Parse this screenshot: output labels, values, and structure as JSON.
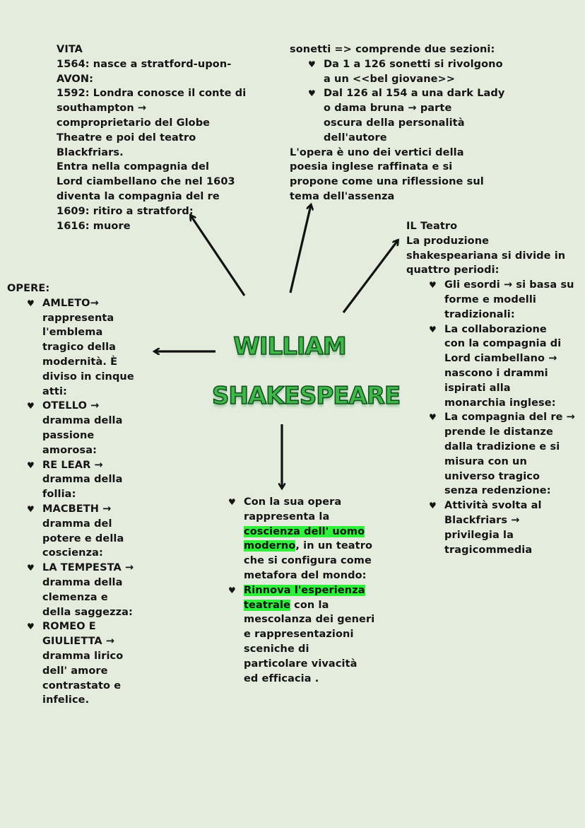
{
  "title": {
    "line1": "WILLIAM",
    "line2": "SHAKESPEARE"
  },
  "vita": {
    "lines": [
      "VITA",
      "1564: nasce a stratford-upon-",
      "AVON:",
      "1592: Londra conosce il conte di",
      "southampton →",
      "comproprietario del Globe",
      "Theatre e poi del teatro",
      "Blackfriars.",
      "Entra nella compagnia del",
      "Lord ciambellano che nel 1603",
      "diventa la compagnia del re",
      "1609: ritiro a stratford;",
      "1616: muore"
    ]
  },
  "sonetti": {
    "intro": "sonetti => comprende due sezioni:",
    "items": [
      [
        "Da 1 a 126 sonetti si rivolgono",
        "a un <<bel giovane>>"
      ],
      [
        "Dal 126 al 154 a una dark Lady",
        "o dama bruna → parte",
        "oscura della personalità",
        "dell'autore"
      ]
    ],
    "after": [
      "L'opera è uno dei vertici della",
      "poesia inglese raffinata e si",
      "propone come una riflessione sul",
      "tema dell'assenza"
    ]
  },
  "teatro": {
    "lines": [
      "IL Teatro",
      "La produzione",
      "shakespeariana si divide in",
      "quattro periodi:"
    ],
    "items": [
      [
        "Gli esordi → si basa su",
        "forme e modelli",
        "tradizionali:"
      ],
      [
        "La collaborazione",
        "con la compagnia di",
        "Lord ciambellano →",
        "nascono i drammi",
        "ispirati alla",
        "monarchia inglese:"
      ],
      [
        "La compagnia del re →",
        "prende le distanze",
        "dalla tradizione e si",
        "misura con un",
        "universo tragico",
        "senza redenzione:"
      ],
      [
        "Attività svolta al",
        "Blackfriars →",
        "privilegia la",
        "tragicommedia"
      ]
    ]
  },
  "opere": {
    "heading": "OPERE:",
    "items": [
      [
        "AMLETO→",
        "rappresenta",
        "l'emblema",
        "tragico della",
        "modernità. È",
        "diviso in cinque",
        "atti:"
      ],
      [
        "OTELLO →",
        "dramma della",
        "passione",
        "amorosa:"
      ],
      [
        "RE LEAR →",
        "dramma della",
        "follia:"
      ],
      [
        "MACBETH →",
        "dramma del",
        "potere e della",
        "coscienza:"
      ],
      [
        "LA TEMPESTA →",
        "dramma della",
        "clemenza e",
        "della saggezza:"
      ],
      [
        "ROMEO E",
        "GIULIETTA →",
        "dramma lirico",
        "dell' amore",
        "contrastato e",
        "infelice."
      ]
    ]
  },
  "opera": {
    "item1": {
      "l1": "Con la sua opera",
      "l2": "rappresenta la",
      "hl1": "coscienza dell' uomo",
      "hl2": "moderno",
      "l3rest": ", in un teatro",
      "l4": "che si configura come",
      "l5": "metafora del mondo:"
    },
    "item2": {
      "hl1": "Rinnova l'esperienza",
      "hl2": "teatrale",
      "l2rest": " con la",
      "l3": "mescolanza dei generi",
      "l4": "e rappresentazioni",
      "l5": "sceniche di",
      "l6": "particolare vivacità",
      "l7": "ed efficacia ."
    }
  },
  "bullet_symbol": "♥",
  "colors": {
    "background": "#e4ecde",
    "title_fill": "#3fb84a",
    "highlight": "#2ef03a",
    "text": "#141414"
  }
}
